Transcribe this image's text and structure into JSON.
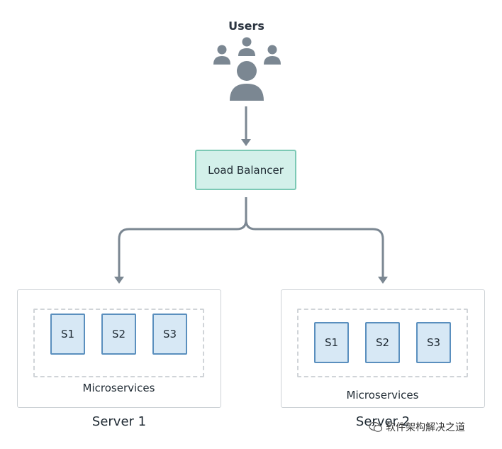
{
  "users": {
    "label": "Users",
    "icon": "users-group-icon",
    "icon_color": "#7b8792"
  },
  "load_balancer": {
    "label": "Load Balancer",
    "fill": "#d3f0ea",
    "border": "#7cc9b5"
  },
  "servers": [
    {
      "name": "Server 1",
      "group_label": "Microservices",
      "services": [
        "S1",
        "S2",
        "S3"
      ]
    },
    {
      "name": "Server 2",
      "group_label": "Microservices",
      "services": [
        "S1",
        "S2",
        "S3"
      ]
    }
  ],
  "service_fill": "#d7e8f5",
  "service_border": "#5a8fbe",
  "connector_color": "#7b8792",
  "watermark": {
    "text": "软件架构解决之道",
    "icon": "wechat-icon"
  }
}
